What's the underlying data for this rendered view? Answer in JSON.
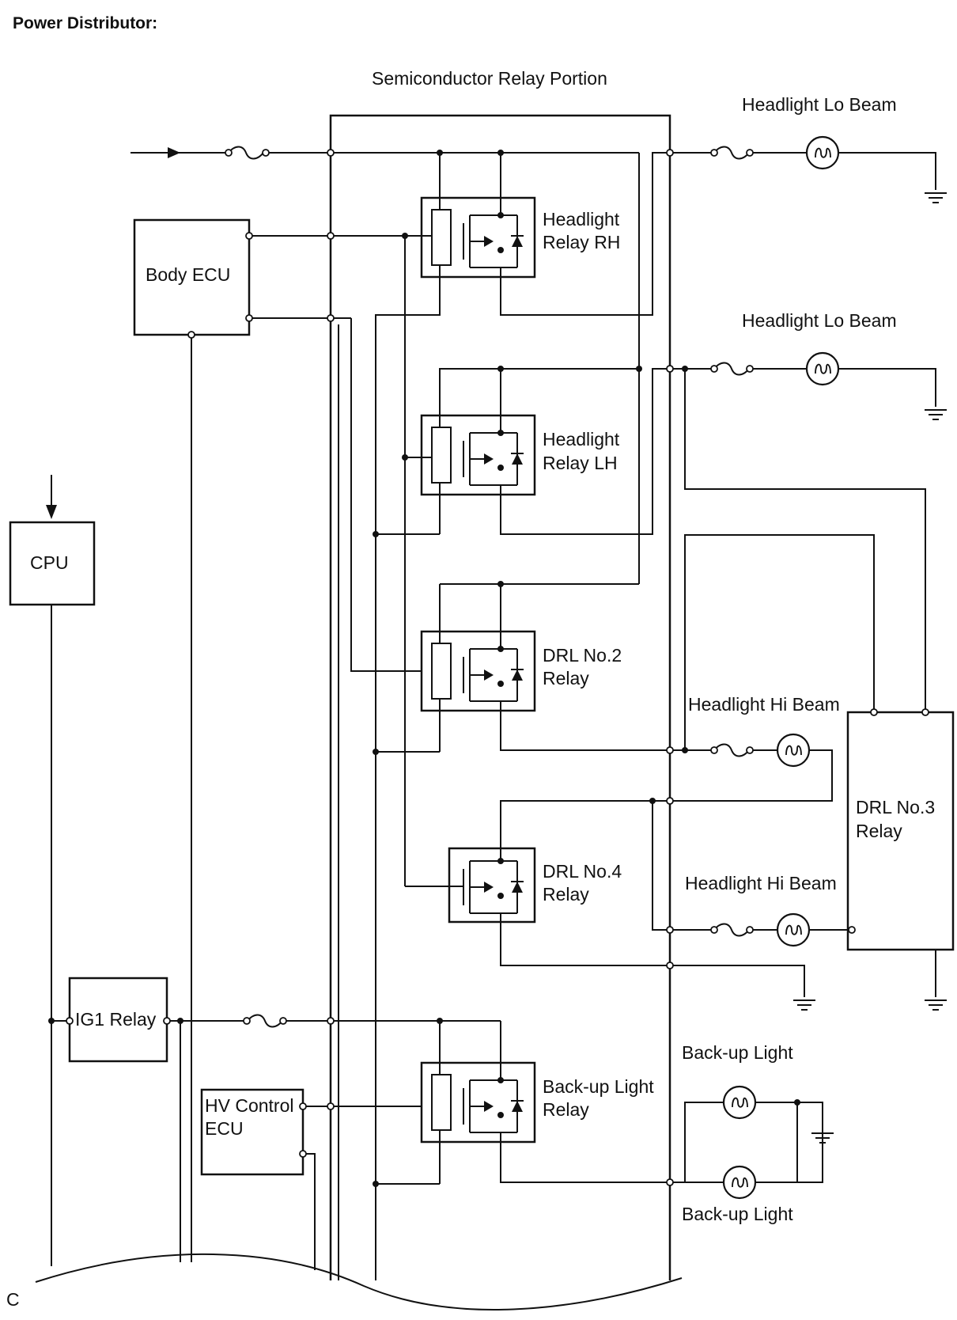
{
  "title": "Power Distributor:",
  "portion_label": "Semiconductor Relay Portion",
  "corner_mark": "C",
  "components": {
    "body_ecu": "Body ECU",
    "cpu": "CPU",
    "ig1_relay": "IG1 Relay",
    "hv_control_ecu_line1": "HV Control",
    "hv_control_ecu_line2": "ECU",
    "drl3_line1": "DRL No.3",
    "drl3_line2": "Relay"
  },
  "relays": [
    {
      "line1": "Headlight",
      "line2": "Relay RH"
    },
    {
      "line1": "Headlight",
      "line2": "Relay LH"
    },
    {
      "line1": "DRL No.2",
      "line2": "Relay"
    },
    {
      "line1": "DRL No.4",
      "line2": "Relay"
    },
    {
      "line1": "Back-up Light",
      "line2": "Relay"
    }
  ],
  "loads": {
    "lo_beam_1": "Headlight Lo Beam",
    "lo_beam_2": "Headlight Lo Beam",
    "hi_beam_1": "Headlight Hi Beam",
    "hi_beam_2": "Headlight Hi Beam",
    "backup_1": "Back-up Light",
    "backup_2": "Back-up Light"
  }
}
